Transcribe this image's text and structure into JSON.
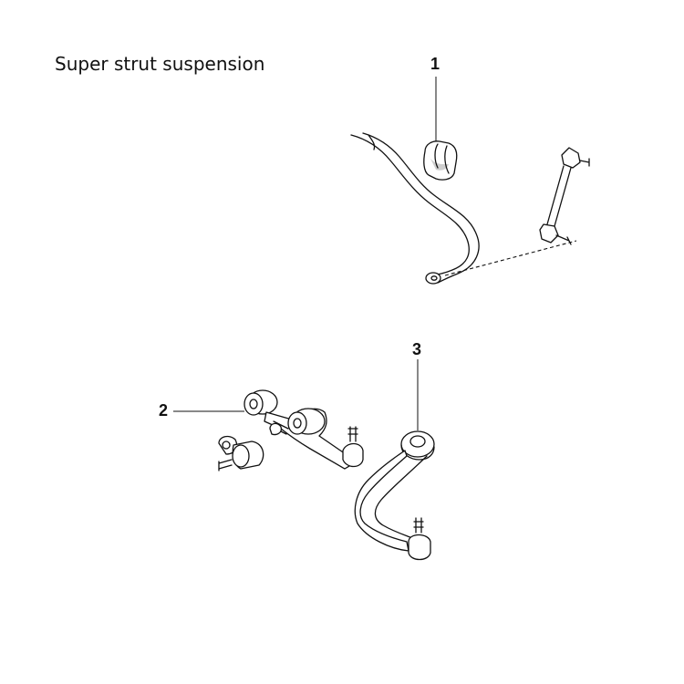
{
  "title": "Super strut suspension",
  "callouts": [
    {
      "label": "1",
      "part": "stabilizer-bushing"
    },
    {
      "label": "2",
      "part": "upper-arm"
    },
    {
      "label": "3",
      "part": "lower-arm"
    }
  ]
}
